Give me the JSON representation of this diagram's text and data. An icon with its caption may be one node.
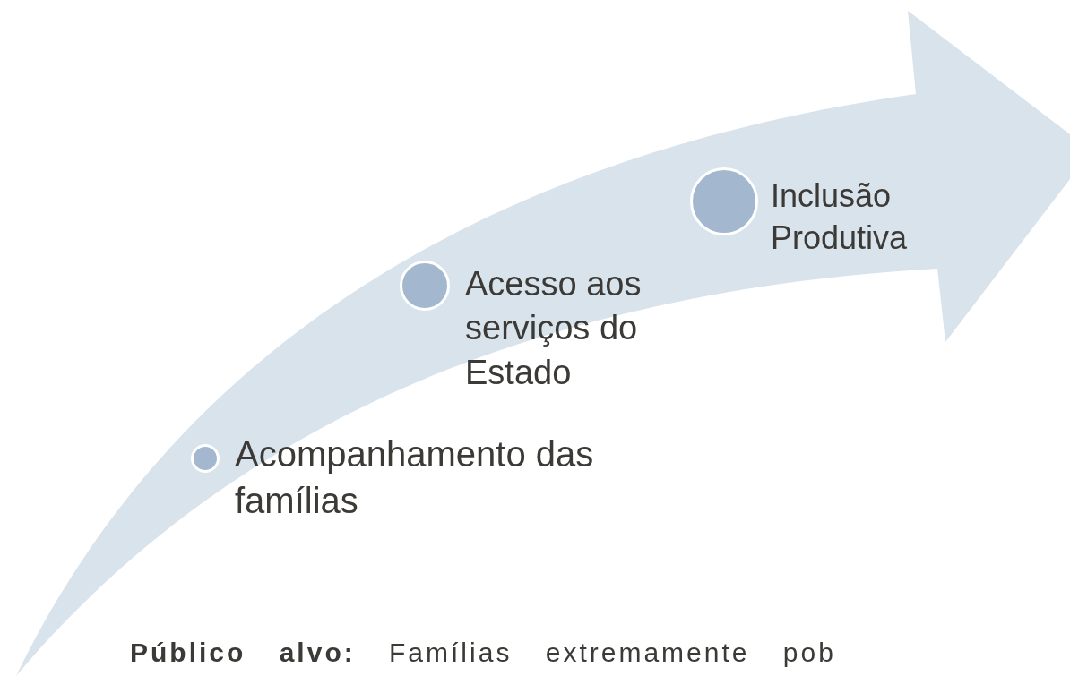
{
  "diagram": {
    "nodes": [
      {
        "text": [
          "Acompanhamento das famílias"
        ]
      },
      {
        "text": [
          "Acesso aos serviços do Estado"
        ]
      },
      {
        "text": [
          "Inclusão Produtiva"
        ]
      }
    ],
    "labels": [
      "**Público alvo:** Famílias extremamente pob"
    ]
  }
}
